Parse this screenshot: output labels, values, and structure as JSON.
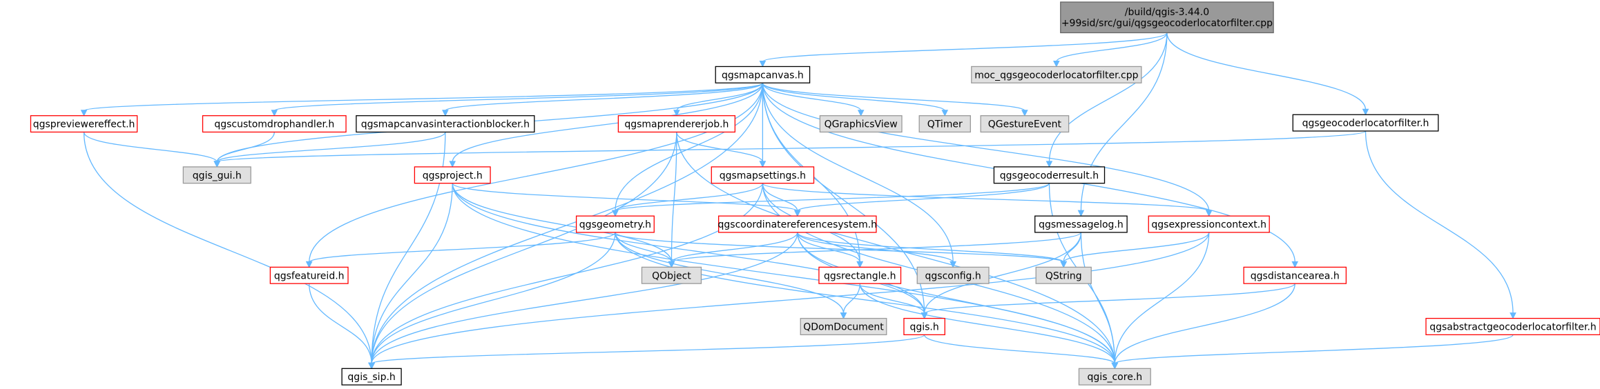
{
  "colors": {
    "root_fill": "#999999",
    "root_border": "#666666",
    "plain_fill": "#ffffff",
    "plain_border": "#000000",
    "red_fill": "#ffffff",
    "red_border": "#ff0000",
    "grey_fill": "#e0e0e0",
    "grey_border": "#999999",
    "edge": "#63b8ff"
  },
  "nodes": [
    {
      "id": "root",
      "style": "root",
      "lines": [
        "/build/qgis-3.44.0",
        "+99sid/src/gui/qgsgeocoderlocatorfilter.cpp"
      ]
    },
    {
      "id": "qgsmapcanvas",
      "style": "plain",
      "lines": [
        "qgsmapcanvas.h"
      ]
    },
    {
      "id": "moc",
      "style": "grey",
      "lines": [
        "moc_qgsgeocoderlocatorfilter.cpp"
      ]
    },
    {
      "id": "qgsgeocoderlocatorfilter",
      "style": "plain",
      "lines": [
        "qgsgeocoderlocatorfilter.h"
      ]
    },
    {
      "id": "qgspreviewereffect",
      "style": "red",
      "lines": [
        "qgspreviewereffect.h"
      ]
    },
    {
      "id": "qgscustomdrophandler",
      "style": "red",
      "lines": [
        "qgscustomdrophandler.h"
      ]
    },
    {
      "id": "qgsmapcanvasinteractionblocker",
      "style": "plain",
      "lines": [
        "qgsmapcanvasinteractionblocker.h"
      ]
    },
    {
      "id": "qgsmaprendererjob",
      "style": "red",
      "lines": [
        "qgsmaprendererjob.h"
      ]
    },
    {
      "id": "qgraphicsview",
      "style": "grey",
      "lines": [
        "QGraphicsView"
      ]
    },
    {
      "id": "qtimer",
      "style": "grey",
      "lines": [
        "QTimer"
      ]
    },
    {
      "id": "qgestureevent",
      "style": "grey",
      "lines": [
        "QGestureEvent"
      ]
    },
    {
      "id": "qgis_gui",
      "style": "grey",
      "lines": [
        "qgis_gui.h"
      ]
    },
    {
      "id": "qgsproject",
      "style": "red",
      "lines": [
        "qgsproject.h"
      ]
    },
    {
      "id": "qgsmapsettings",
      "style": "red",
      "lines": [
        "qgsmapsettings.h"
      ]
    },
    {
      "id": "qgsgeocoderresult",
      "style": "plain",
      "lines": [
        "qgsgeocoderresult.h"
      ]
    },
    {
      "id": "qgsgeometry",
      "style": "red",
      "lines": [
        "qgsgeometry.h"
      ]
    },
    {
      "id": "qgscoordinatereferencesystem",
      "style": "red",
      "lines": [
        "qgscoordinatereferencesystem.h"
      ]
    },
    {
      "id": "qgsmessagelog",
      "style": "plain",
      "lines": [
        "qgsmessagelog.h"
      ]
    },
    {
      "id": "qgsexpressioncontext",
      "style": "red",
      "lines": [
        "qgsexpressioncontext.h"
      ]
    },
    {
      "id": "qgsfeatureid",
      "style": "red",
      "lines": [
        "qgsfeatureid.h"
      ]
    },
    {
      "id": "qobject",
      "style": "grey",
      "lines": [
        "QObject"
      ]
    },
    {
      "id": "qgsrectangle",
      "style": "red",
      "lines": [
        "qgsrectangle.h"
      ]
    },
    {
      "id": "qgsconfig",
      "style": "grey",
      "lines": [
        "qgsconfig.h"
      ]
    },
    {
      "id": "qstring",
      "style": "grey",
      "lines": [
        "QString"
      ]
    },
    {
      "id": "qgsdistancearea",
      "style": "red",
      "lines": [
        "qgsdistancearea.h"
      ]
    },
    {
      "id": "qdomdocument",
      "style": "grey",
      "lines": [
        "QDomDocument"
      ]
    },
    {
      "id": "qgis",
      "style": "red",
      "lines": [
        "qgis.h"
      ]
    },
    {
      "id": "qgsabstractgeocoderlocatorfilter",
      "style": "red",
      "lines": [
        "qgsabstractgeocoderlocatorfilter.h"
      ]
    },
    {
      "id": "qgis_sip",
      "style": "plain",
      "lines": [
        "qgis_sip.h"
      ]
    },
    {
      "id": "qgis_core",
      "style": "grey",
      "lines": [
        "qgis_core.h"
      ]
    }
  ],
  "edges": [
    [
      "root",
      "qgsmapcanvas"
    ],
    [
      "root",
      "moc"
    ],
    [
      "root",
      "qgsgeocoderlocatorfilter"
    ],
    [
      "root",
      "qgsgeocoderresult"
    ],
    [
      "root",
      "qgsmessagelog"
    ],
    [
      "qgsmapcanvas",
      "qgspreviewereffect"
    ],
    [
      "qgsmapcanvas",
      "qgscustomdrophandler"
    ],
    [
      "qgsmapcanvas",
      "qgsmapcanvasinteractionblocker"
    ],
    [
      "qgsmapcanvas",
      "qgsmaprendererjob"
    ],
    [
      "qgsmapcanvas",
      "qgraphicsview"
    ],
    [
      "qgsmapcanvas",
      "qtimer"
    ],
    [
      "qgsmapcanvas",
      "qgestureevent"
    ],
    [
      "qgsmapcanvas",
      "qgis_gui"
    ],
    [
      "qgsmapcanvas",
      "qgsproject"
    ],
    [
      "qgsmapcanvas",
      "qgsmapsettings"
    ],
    [
      "qgsmapcanvas",
      "qgsgeometry"
    ],
    [
      "qgsmapcanvas",
      "qgsexpressioncontext"
    ],
    [
      "qgsmapcanvas",
      "qgsfeatureid"
    ],
    [
      "qgsmapcanvas",
      "qgsrectangle"
    ],
    [
      "qgsmapcanvas",
      "qgsconfig"
    ],
    [
      "qgsmapcanvas",
      "qgsdistancearea"
    ],
    [
      "qgsmapcanvas",
      "qgis"
    ],
    [
      "qgsmapcanvas",
      "qgis_sip"
    ],
    [
      "qgsgeocoderlocatorfilter",
      "qgis_gui"
    ],
    [
      "qgsgeocoderlocatorfilter",
      "qgsabstractgeocoderlocatorfilter"
    ],
    [
      "qgspreviewereffect",
      "qgis_gui"
    ],
    [
      "qgspreviewereffect",
      "qgis_sip"
    ],
    [
      "qgscustomdrophandler",
      "qgis_gui"
    ],
    [
      "qgsmapcanvasinteractionblocker",
      "qgis_gui"
    ],
    [
      "qgsmapcanvasinteractionblocker",
      "qgis_sip"
    ],
    [
      "qgsmaprendererjob",
      "qgsmapsettings"
    ],
    [
      "qgsmaprendererjob",
      "qobject"
    ],
    [
      "qgsmaprendererjob",
      "qgis_sip"
    ],
    [
      "qgsmaprendererjob",
      "qgis_core"
    ],
    [
      "qgsproject",
      "qgscoordinatereferencesystem"
    ],
    [
      "qgsproject",
      "qobject"
    ],
    [
      "qgsproject",
      "qgis"
    ],
    [
      "qgsproject",
      "qgis_sip"
    ],
    [
      "qgsproject",
      "qgis_core"
    ],
    [
      "qgsmapsettings",
      "qgsgeometry"
    ],
    [
      "qgsmapsettings",
      "qgscoordinatereferencesystem"
    ],
    [
      "qgsmapsettings",
      "qgsexpressioncontext"
    ],
    [
      "qgsmapsettings",
      "qgsrectangle"
    ],
    [
      "qgsmapsettings",
      "qgis_sip"
    ],
    [
      "qgsmapsettings",
      "qgis_core"
    ],
    [
      "qgsgeocoderresult",
      "qgsgeometry"
    ],
    [
      "qgsgeocoderresult",
      "qgscoordinatereferencesystem"
    ],
    [
      "qgsgeocoderresult",
      "qgis_core"
    ],
    [
      "qgsgeometry",
      "qgsfeatureid"
    ],
    [
      "qgsgeometry",
      "qobject"
    ],
    [
      "qgsgeometry",
      "qstring"
    ],
    [
      "qgsgeometry",
      "qdomdocument"
    ],
    [
      "qgsgeometry",
      "qgis_sip"
    ],
    [
      "qgsgeometry",
      "qgis_core"
    ],
    [
      "qgscoordinatereferencesystem",
      "qobject"
    ],
    [
      "qgscoordinatereferencesystem",
      "qgsrectangle"
    ],
    [
      "qgscoordinatereferencesystem",
      "qgsconfig"
    ],
    [
      "qgscoordinatereferencesystem",
      "qstring"
    ],
    [
      "qgscoordinatereferencesystem",
      "qgis"
    ],
    [
      "qgscoordinatereferencesystem",
      "qgis_sip"
    ],
    [
      "qgscoordinatereferencesystem",
      "qgis_core"
    ],
    [
      "qgsmessagelog",
      "qobject"
    ],
    [
      "qgsmessagelog",
      "qstring"
    ],
    [
      "qgsmessagelog",
      "qgis"
    ],
    [
      "qgsmessagelog",
      "qgis_core"
    ],
    [
      "qgsexpressioncontext",
      "qstring"
    ],
    [
      "qgsexpressioncontext",
      "qgis_sip"
    ],
    [
      "qgsexpressioncontext",
      "qgis_core"
    ],
    [
      "qgsfeatureid",
      "qgis_sip"
    ],
    [
      "qgsrectangle",
      "qdomdocument"
    ],
    [
      "qgsrectangle",
      "qgis"
    ],
    [
      "qgsrectangle",
      "qgis_core"
    ],
    [
      "qgsdistancearea",
      "qgis"
    ],
    [
      "qgsdistancearea",
      "qgis_core"
    ],
    [
      "qgis",
      "qgis_sip"
    ],
    [
      "qgis",
      "qgis_core"
    ],
    [
      "qgsabstractgeocoderlocatorfilter",
      "qgis_core"
    ]
  ]
}
